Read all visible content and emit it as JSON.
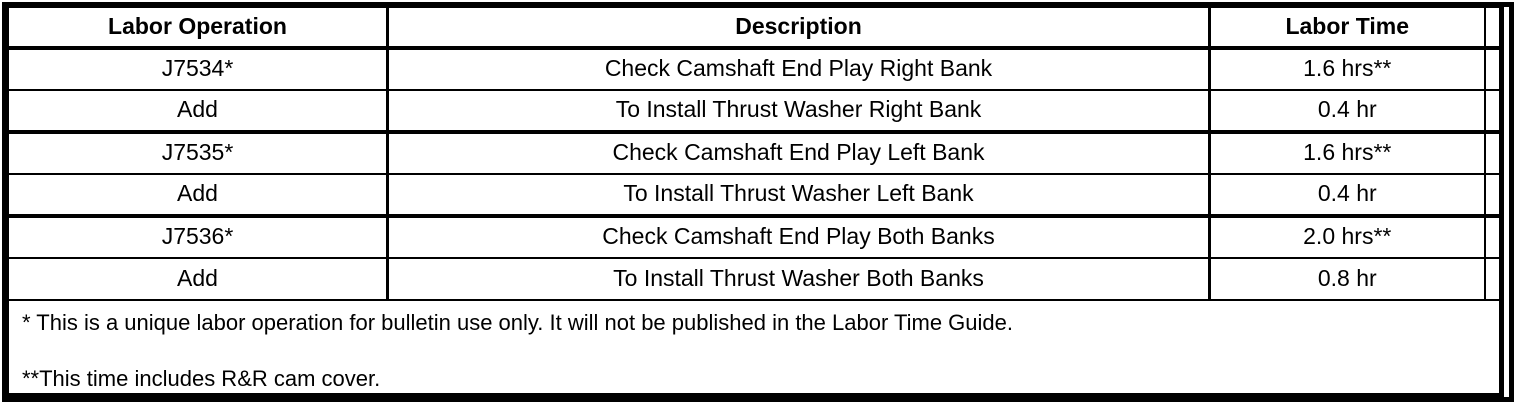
{
  "table": {
    "headers": [
      "Labor Operation",
      "Description",
      "Labor Time"
    ],
    "rows": [
      {
        "op": "J7534*",
        "desc": "Check Camshaft End Play Right Bank",
        "time": "1.6 hrs**"
      },
      {
        "op": "Add",
        "desc": "To Install Thrust Washer Right Bank",
        "time": "0.4 hr"
      },
      {
        "op": "J7535*",
        "desc": "Check Camshaft End Play Left Bank",
        "time": "1.6 hrs**"
      },
      {
        "op": "Add",
        "desc": "To Install Thrust Washer Left Bank",
        "time": "0.4 hr"
      },
      {
        "op": "J7536*",
        "desc": "Check Camshaft End Play Both Banks",
        "time": "2.0 hrs**"
      },
      {
        "op": "Add",
        "desc": "To Install Thrust Washer Both Banks",
        "time": "0.8 hr"
      }
    ],
    "footnotes": [
      "* This is a unique labor operation for bulletin use only. It will not be published in the Labor Time Guide.",
      "**This time includes R&R cam cover."
    ]
  },
  "colors": {
    "border": "#000000",
    "background": "#ffffff",
    "text": "#000000"
  }
}
